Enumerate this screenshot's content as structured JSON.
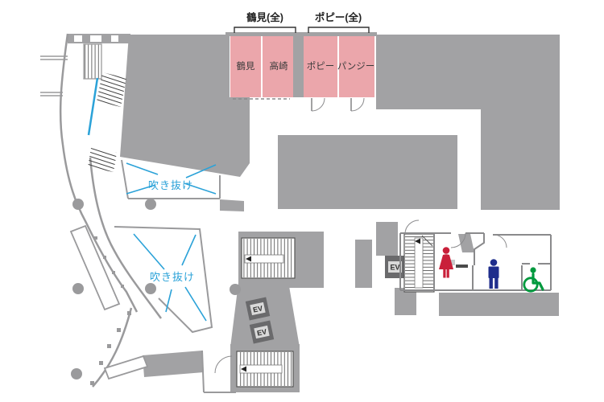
{
  "floorplan": {
    "bracket_labels": [
      {
        "text": "鶴見(全)"
      },
      {
        "text": "ポピー(全)"
      }
    ],
    "rooms": [
      {
        "name": "鶴見"
      },
      {
        "name": "高崎"
      },
      {
        "name": "ポピー"
      },
      {
        "name": "パンジー"
      }
    ],
    "atrium_labels": [
      {
        "text": "吹き抜け"
      },
      {
        "text": "吹き抜け"
      }
    ],
    "elevator_label": "EV",
    "icons": {
      "womens_restroom": "woman-icon",
      "mens_restroom": "man-icon",
      "accessible_restroom": "wheelchair-icon"
    },
    "colors": {
      "room_pink": "#eba6ab",
      "area_gray": "#a2a2a4",
      "wall_gray": "#9a9a9c",
      "atrium_blue": "#2ba2d8",
      "womens_red": "#c9203a",
      "mens_navy": "#1f2e8c",
      "accessible_green": "#00993e",
      "elevator_dark": "#6a6a6c"
    }
  }
}
